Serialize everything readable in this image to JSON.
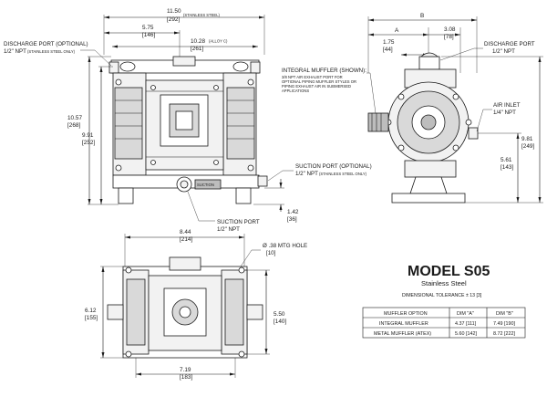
{
  "front_view": {
    "overall_width": "11.50",
    "overall_width_mm": "[292]",
    "overall_width_note": "(STAINLESS STEEL)",
    "dim_5_75": "5.75",
    "dim_5_75_mm": "[146]",
    "dim_10_28": "10.28",
    "dim_10_28_mm": "[261]",
    "dim_10_28_note": "(ALLOY C)",
    "height_10_57": "10.57",
    "height_10_57_mm": "[268]",
    "height_9_91": "9.91",
    "height_9_91_mm": "[252]",
    "dim_1_42": "1.42",
    "dim_1_42_mm": "[36]",
    "discharge_label_1": "DISCHARGE PORT (OPTIONAL)",
    "discharge_label_2": "1/2\" NPT",
    "discharge_label_note": "(STAINLESS STEEL ONLY)",
    "suction_opt_label_1": "SUCTION PORT (OPTIONAL)",
    "suction_opt_label_2": "1/2\" NPT",
    "suction_opt_note": "(STAINLESS STEEL ONLY)",
    "suction_label_1": "SUCTION PORT",
    "suction_label_2": "1/2\" NPT",
    "suction_badge": "SUCTION"
  },
  "side_view": {
    "dim_b": "B",
    "dim_a": "A",
    "dim_1_75": "1.75",
    "dim_1_75_mm": "[44]",
    "dim_3_08": "3.08",
    "dim_3_08_mm": "[78]",
    "dim_9_81": "9.81",
    "dim_9_81_mm": "[249]",
    "dim_5_61": "5.61",
    "dim_5_61_mm": "[143]",
    "muffler_title": "INTEGRAL MUFFLER (SHOWN):",
    "muffler_note_1": "3/8 NPT AIR EXHAUST PORT FOR",
    "muffler_note_2": "OPTIONAL PIPING MUFFLER STYLES OR",
    "muffler_note_3": "PIPING EXHAUST AIR IN SUBMERSED",
    "muffler_note_4": "APPLICATIONS",
    "discharge_label_1": "DISCHARGE PORT",
    "discharge_label_2": "1/2\" NPT",
    "air_inlet_1": "AIR INLET",
    "air_inlet_2": "1/4\" NPT"
  },
  "bottom_view": {
    "dim_8_44": "8.44",
    "dim_8_44_mm": "[214]",
    "mtg_hole": "Ø .38 MTG HOLE",
    "mtg_hole_mm": "[10]",
    "dim_6_12": "6.12",
    "dim_6_12_mm": "[155]",
    "dim_5_50": "5.50",
    "dim_5_50_mm": "[140]",
    "dim_7_19": "7.19",
    "dim_7_19_mm": "[183]"
  },
  "model": {
    "title": "MODEL S05",
    "subtitle": "Stainless Steel",
    "tolerance": "DIMENSIONAL TOLERANCE ± 13 [3]"
  },
  "table": {
    "headers": [
      "MUFFLER OPTION",
      "DIM \"A\"",
      "DIM \"B\""
    ],
    "rows": [
      [
        "INTEGRAL MUFFLER",
        "4.37 [111]",
        "7.49 [190]"
      ],
      [
        "METAL MUFFLER (ATEX)",
        "5.60 [142]",
        "8.72 [222]"
      ]
    ]
  }
}
